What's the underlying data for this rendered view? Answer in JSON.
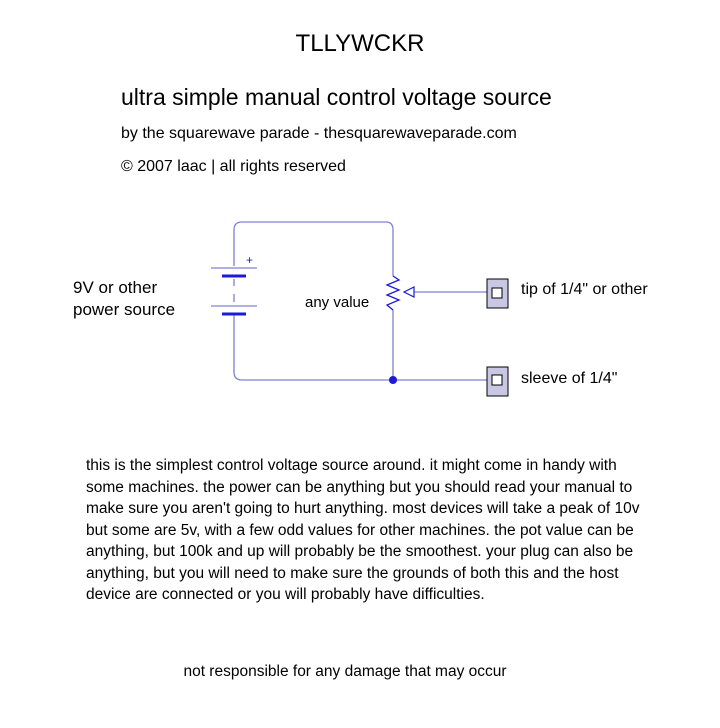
{
  "header": {
    "title": "TLLYWCKR",
    "subtitle": "ultra simple manual control voltage source",
    "byline": "by the squarewave parade  -  thesquarewaveparade.com",
    "copyright": "© 2007 laac | all rights reserved"
  },
  "diagram": {
    "battery_plus": "+",
    "power_label_line1": "9V or other",
    "power_label_line2": "power  source",
    "pot_label": "any value",
    "tip_label": "tip of 1/4\" or other",
    "sleeve_label": "sleeve of 1/4\"",
    "wire_color": "#8080d0",
    "junction_color": "#1a1ad8",
    "jack_fill": "#c8c8e4"
  },
  "body_text": "this is the simplest control voltage source around. it might come in handy with some machines. the power can be anything but you should read your manual to make sure you aren't going to hurt anything. most devices will take a peak of 10v but some are 5v, with a few odd values for other machines. the pot value can be anything, but 100k and up will probably be the smoothest. your plug can also be anything, but you will need to make sure the grounds of both this and the host device are connected or you will probably have difficulties.",
  "footer": {
    "disclaimer": "not responsible for any damage that may occur"
  }
}
